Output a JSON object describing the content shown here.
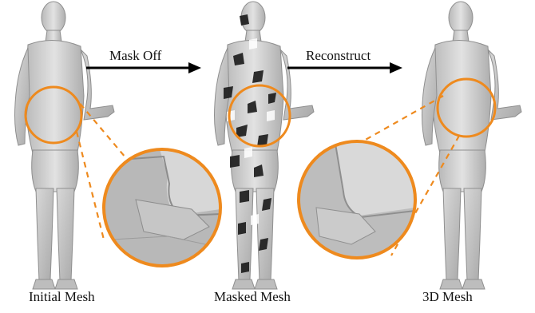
{
  "arrows": {
    "first": "Mask Off",
    "second": "Reconstruct"
  },
  "captions": {
    "initial": "Initial Mesh",
    "masked": "Masked Mesh",
    "final": "3D Mesh"
  },
  "colors": {
    "accent": "#EE8A1E",
    "mesh": "#C9C9C9",
    "mesh_dark": "#9A9A9A",
    "mask": "#1A1A1A",
    "arrow": "#000000"
  }
}
